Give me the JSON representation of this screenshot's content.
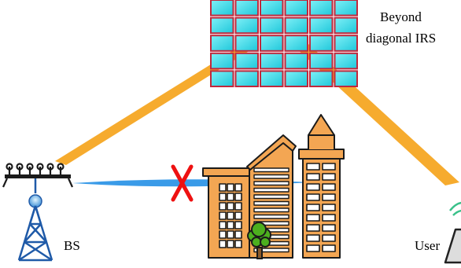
{
  "labels": {
    "irs_line1": "Beyond",
    "irs_line2": "diagonal IRS",
    "bs": "BS",
    "user": "User"
  },
  "colors": {
    "beam": "#f5a623",
    "blocked_link": "#3a9be8",
    "block_mark": "#ee1111",
    "irs_fill": "#2dd9e8",
    "irs_border": "#c0283c",
    "building": "#f3a653",
    "tower": "#1f5aa8",
    "tree": "#4caf1e"
  },
  "icons": {
    "blocked": "x-mark-icon",
    "base_station": "cell-tower-icon",
    "user": "handset-icon",
    "obstacle": "buildings-icon",
    "tree": "tree-icon",
    "irs": "irs-panel-icon"
  }
}
